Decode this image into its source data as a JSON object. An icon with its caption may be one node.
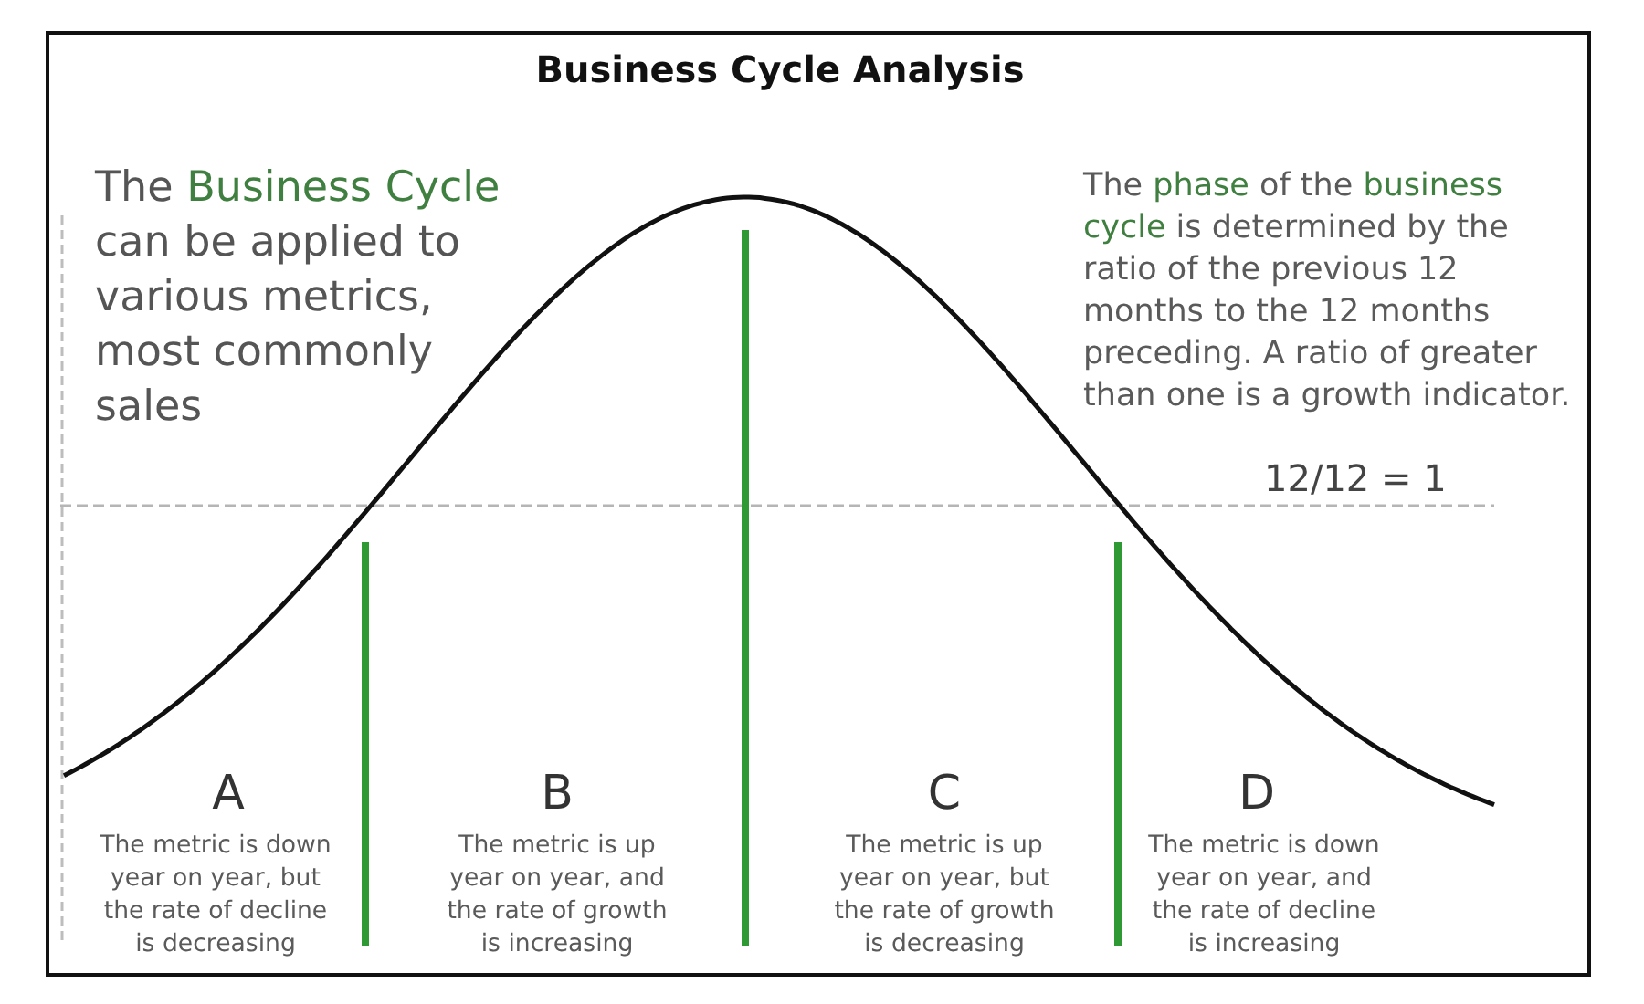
{
  "diagram": {
    "title": "Business Cycle Analysis",
    "labels": [
      "The **Business Cycle** can be applied to various metrics, most commonly sales",
      "The **phase** of the **business cycle** is determined by the ratio of the previous 12 months to the 12 months preceding. A ratio of greater than one is a growth indicator.",
      "12/12 = 1",
      "A",
      "B",
      "C",
      "D",
      "The metric is down year on year, but the rate of decline is decreasing",
      "The metric is up year on year, and the rate of growth is increasing",
      "The metric is up year on year, but the rate of growth is decreasing",
      "The metric is down year on year, and the rate of decline is increasing"
    ]
  }
}
